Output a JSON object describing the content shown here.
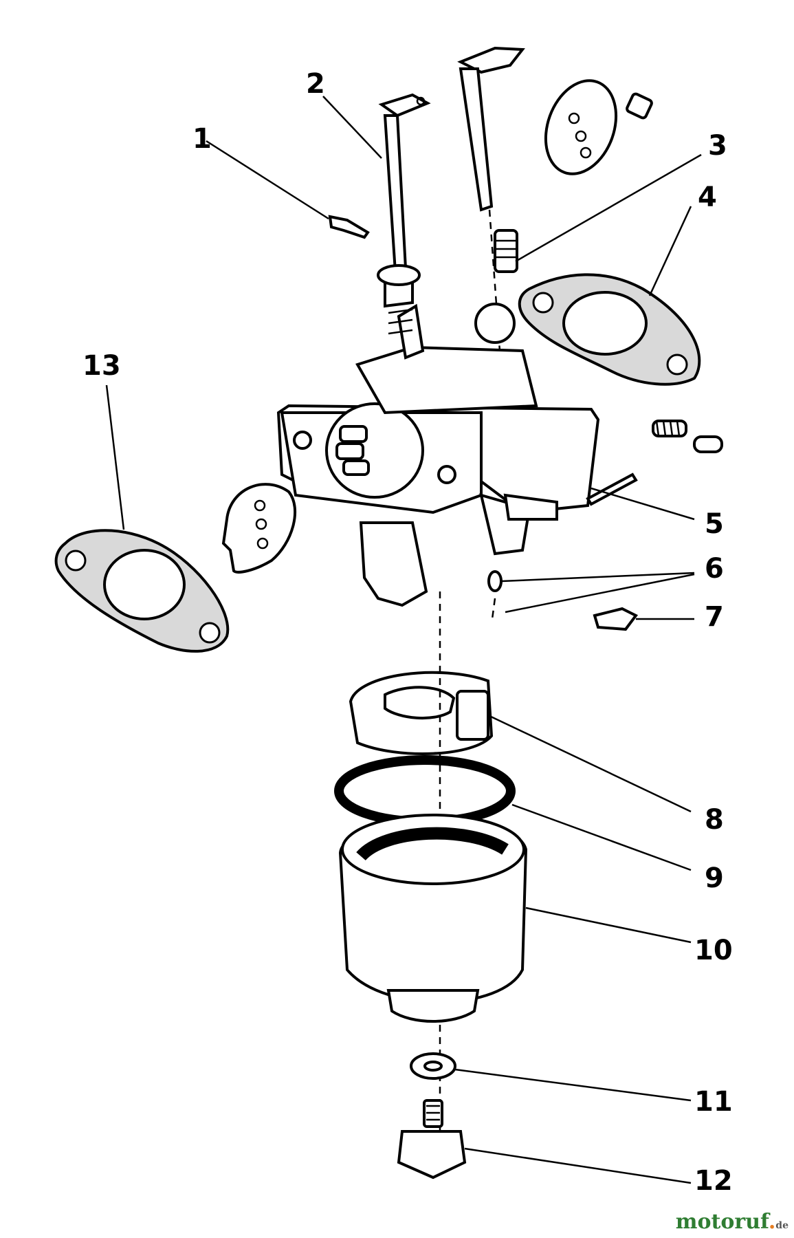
{
  "callouts": [
    "1",
    "2",
    "3",
    "4",
    "5",
    "6",
    "7",
    "8",
    "9",
    "10",
    "11",
    "12",
    "13"
  ],
  "watermark": {
    "brand_main": "motoruf",
    "brand_dot": ".",
    "brand_tld": "de"
  },
  "colors": {
    "ink": "#000000",
    "gasket_fill": "#d9d9d9",
    "watermark_green": "#2f7d32",
    "watermark_orange": "#e67e22"
  }
}
